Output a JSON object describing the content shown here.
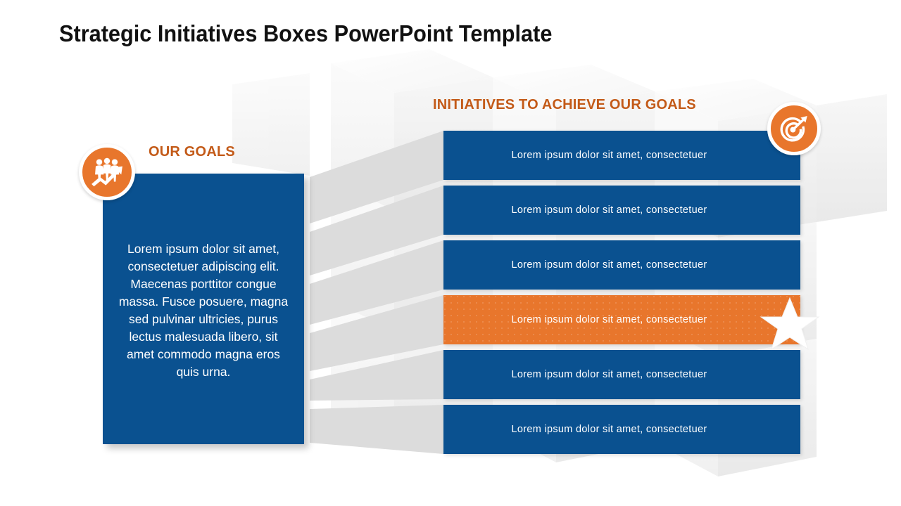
{
  "slide": {
    "title": "Strategic Initiatives Boxes PowerPoint Template"
  },
  "colors": {
    "primary_blue": "#0A5190",
    "accent_orange": "#E8762C",
    "heading_orange": "#C35A18",
    "ribbon_gray": "#DCDCDC",
    "background": "#FFFFFF",
    "text_on_fill": "#FFFFFF"
  },
  "goals": {
    "heading": "OUR GOALS",
    "icon": "people-growth-arrow-icon",
    "body": "Lorem ipsum dolor sit amet, consectetuer adipiscing elit. Maecenas porttitor congue massa. Fusce posuere, magna sed pulvinar ultricies, purus lectus malesuada libero, sit amet commodo magna eros quis urna."
  },
  "initiatives": {
    "heading": "INITIATIVES TO ACHIEVE OUR GOALS",
    "icon": "target-bullseye-arrow-icon",
    "highlight_icon": "star-icon",
    "items": [
      {
        "label": "Lorem ipsum dolor sit amet, consectetuer",
        "highlighted": false
      },
      {
        "label": "Lorem ipsum dolor sit amet, consectetuer",
        "highlighted": false
      },
      {
        "label": "Lorem ipsum dolor sit amet, consectetuer",
        "highlighted": false
      },
      {
        "label": "Lorem ipsum dolor sit amet, consectetuer",
        "highlighted": true
      },
      {
        "label": "Lorem ipsum dolor sit amet, consectetuer",
        "highlighted": false
      },
      {
        "label": "Lorem ipsum dolor sit amet, consectetuer",
        "highlighted": false
      }
    ]
  }
}
